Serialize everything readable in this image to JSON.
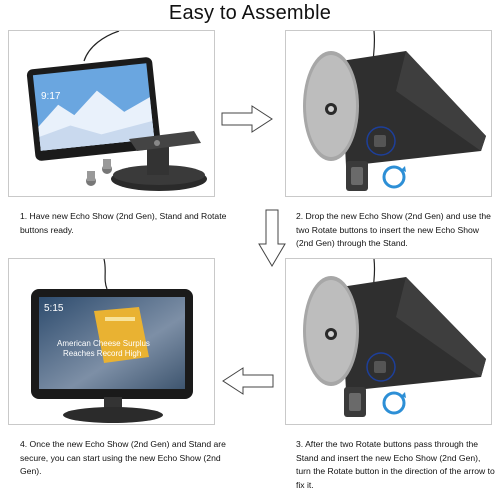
{
  "header": {
    "title": "Easy to Assemble"
  },
  "steps": [
    {
      "caption": "1. Have new Echo Show (2nd Gen), Stand and Rotate buttons ready.",
      "screen_time": "9:17"
    },
    {
      "caption": "2. Drop the new Echo Show (2nd Gen) and use the two Rotate buttons to insert the new Echo Show (2nd Gen) through the Stand."
    },
    {
      "caption": "3. After the two Rotate buttons pass through the Stand and insert the new Echo Show (2nd Gen), turn the Rotate button in the direction of the arrow to fix it."
    },
    {
      "caption": "4. Once the new Echo Show (2nd Gen) and Stand are secure, you can start using the new Echo Show (2nd Gen).",
      "screen_time": "5:15",
      "screen_headline_1": "American Cheese Surplus",
      "screen_headline_2": "Reaches Record High"
    }
  ],
  "colors": {
    "accent_blue": "#2d8fd6",
    "ring_blue": "#1d3f9a",
    "stand_dark": "#2a2a2a"
  }
}
